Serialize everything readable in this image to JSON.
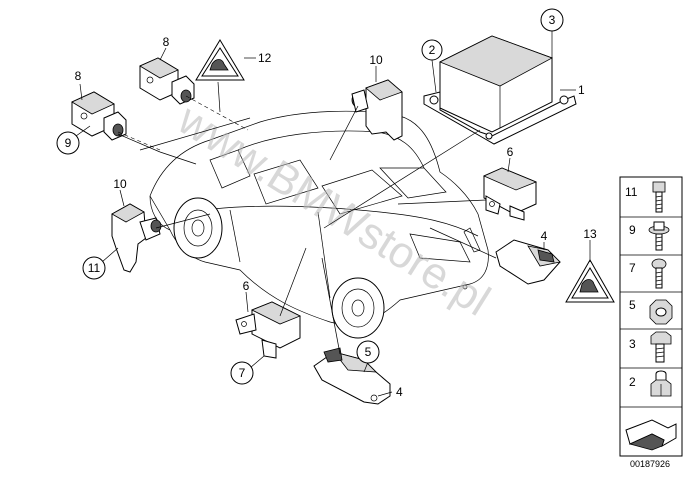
{
  "callouts": [
    {
      "text": "3",
      "circled": true
    },
    {
      "text": "2",
      "circled": true
    },
    {
      "text": "1",
      "circled": false
    },
    {
      "text": "8",
      "circled": false
    },
    {
      "text": "12",
      "circled": false
    },
    {
      "text": "8",
      "circled": false
    },
    {
      "text": "9",
      "circled": true
    },
    {
      "text": "10",
      "circled": false
    },
    {
      "text": "6",
      "circled": false
    },
    {
      "text": "10",
      "circled": false
    },
    {
      "text": "11",
      "circled": true
    },
    {
      "text": "4",
      "circled": false
    },
    {
      "text": "13",
      "circled": false
    },
    {
      "text": "6",
      "circled": false
    },
    {
      "text": "7",
      "circled": true
    },
    {
      "text": "5",
      "circled": true
    },
    {
      "text": "4",
      "circled": false
    }
  ],
  "legend": [
    {
      "text": "11",
      "item": "bolt"
    },
    {
      "text": "9",
      "item": "flange-screw"
    },
    {
      "text": "7",
      "item": "screw"
    },
    {
      "text": "5",
      "item": "nut"
    },
    {
      "text": "3",
      "item": "bolt-short"
    },
    {
      "text": "2",
      "item": "cap-nut"
    }
  ],
  "watermark": "www.BMWstore.pl",
  "reference": "00187926"
}
